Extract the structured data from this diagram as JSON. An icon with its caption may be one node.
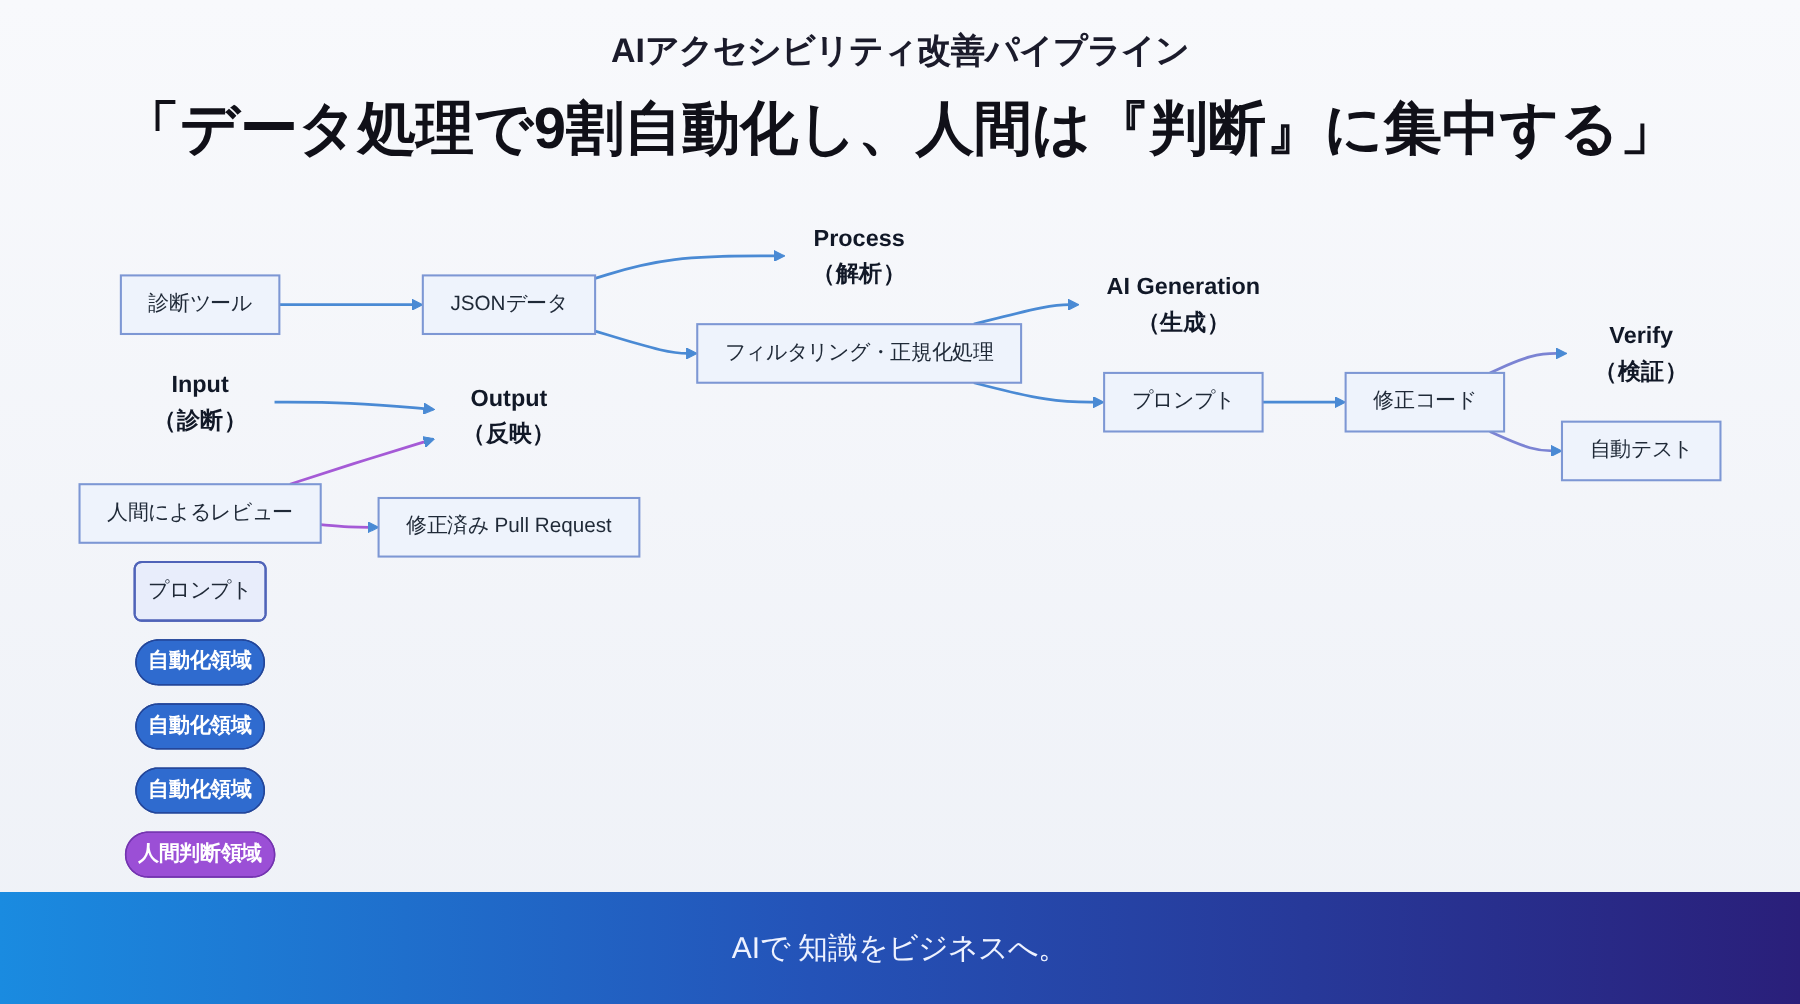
{
  "diagram": {
    "title": "AIアクセシビリティ改善パイプライン",
    "nodes": [
      {
        "text": [
          "Input",
          "（診断）"
        ]
      },
      {
        "text": [
          "Process",
          "（解析）"
        ]
      },
      {
        "text": [
          "AI Generation",
          "（生成）"
        ]
      },
      {
        "text": [
          "Verify",
          "（検証）"
        ]
      },
      {
        "text": [
          "Output",
          "（反映）"
        ]
      },
      {
        "text": [
          "診断ツール"
        ]
      },
      {
        "text": [
          "JSONデータ"
        ]
      },
      {
        "text": [
          "フィルタリング・正規化処理"
        ]
      },
      {
        "text": [
          "プロンプト"
        ]
      },
      {
        "text": [
          "プロンプト"
        ]
      },
      {
        "text": [
          "修正コード"
        ]
      },
      {
        "text": [
          "自動テスト"
        ]
      },
      {
        "text": [
          "人間によるレビュー"
        ]
      },
      {
        "text": [
          "修正済み Pull Request"
        ]
      },
      {
        "text": [
          "自動化領域"
        ]
      },
      {
        "text": [
          "自動化領域"
        ]
      },
      {
        "text": [
          "自動化領域"
        ]
      },
      {
        "text": [
          "人間判断領域"
        ]
      }
    ],
    "edges": [
      {
        "from": 0,
        "to": 4,
        "arrow": "to"
      },
      {
        "from": 5,
        "to": 6,
        "arrow": "to"
      },
      {
        "from": 6,
        "to": 1,
        "arrow": "to"
      },
      {
        "from": 6,
        "to": 7,
        "arrow": "to"
      },
      {
        "from": 7,
        "to": 2,
        "arrow": "to"
      },
      {
        "from": 7,
        "to": 8,
        "arrow": "to"
      },
      {
        "from": 8,
        "to": 10,
        "arrow": "to"
      },
      {
        "from": 10,
        "to": 3,
        "arrow": "to",
        "color": "#7b83d3"
      },
      {
        "from": 10,
        "to": 11,
        "arrow": "to",
        "color": "#7b83d3"
      },
      {
        "from": 12,
        "to": 4,
        "arrow": "to",
        "color": "#a55ad6"
      },
      {
        "from": 12,
        "to": 13,
        "arrow": "to",
        "color": "#a55ad6"
      }
    ],
    "labels": [
      "「データ処理で9割自動化し、人間は『判断』に集中する」",
      "AIで 知識をビジネスへ。"
    ]
  }
}
